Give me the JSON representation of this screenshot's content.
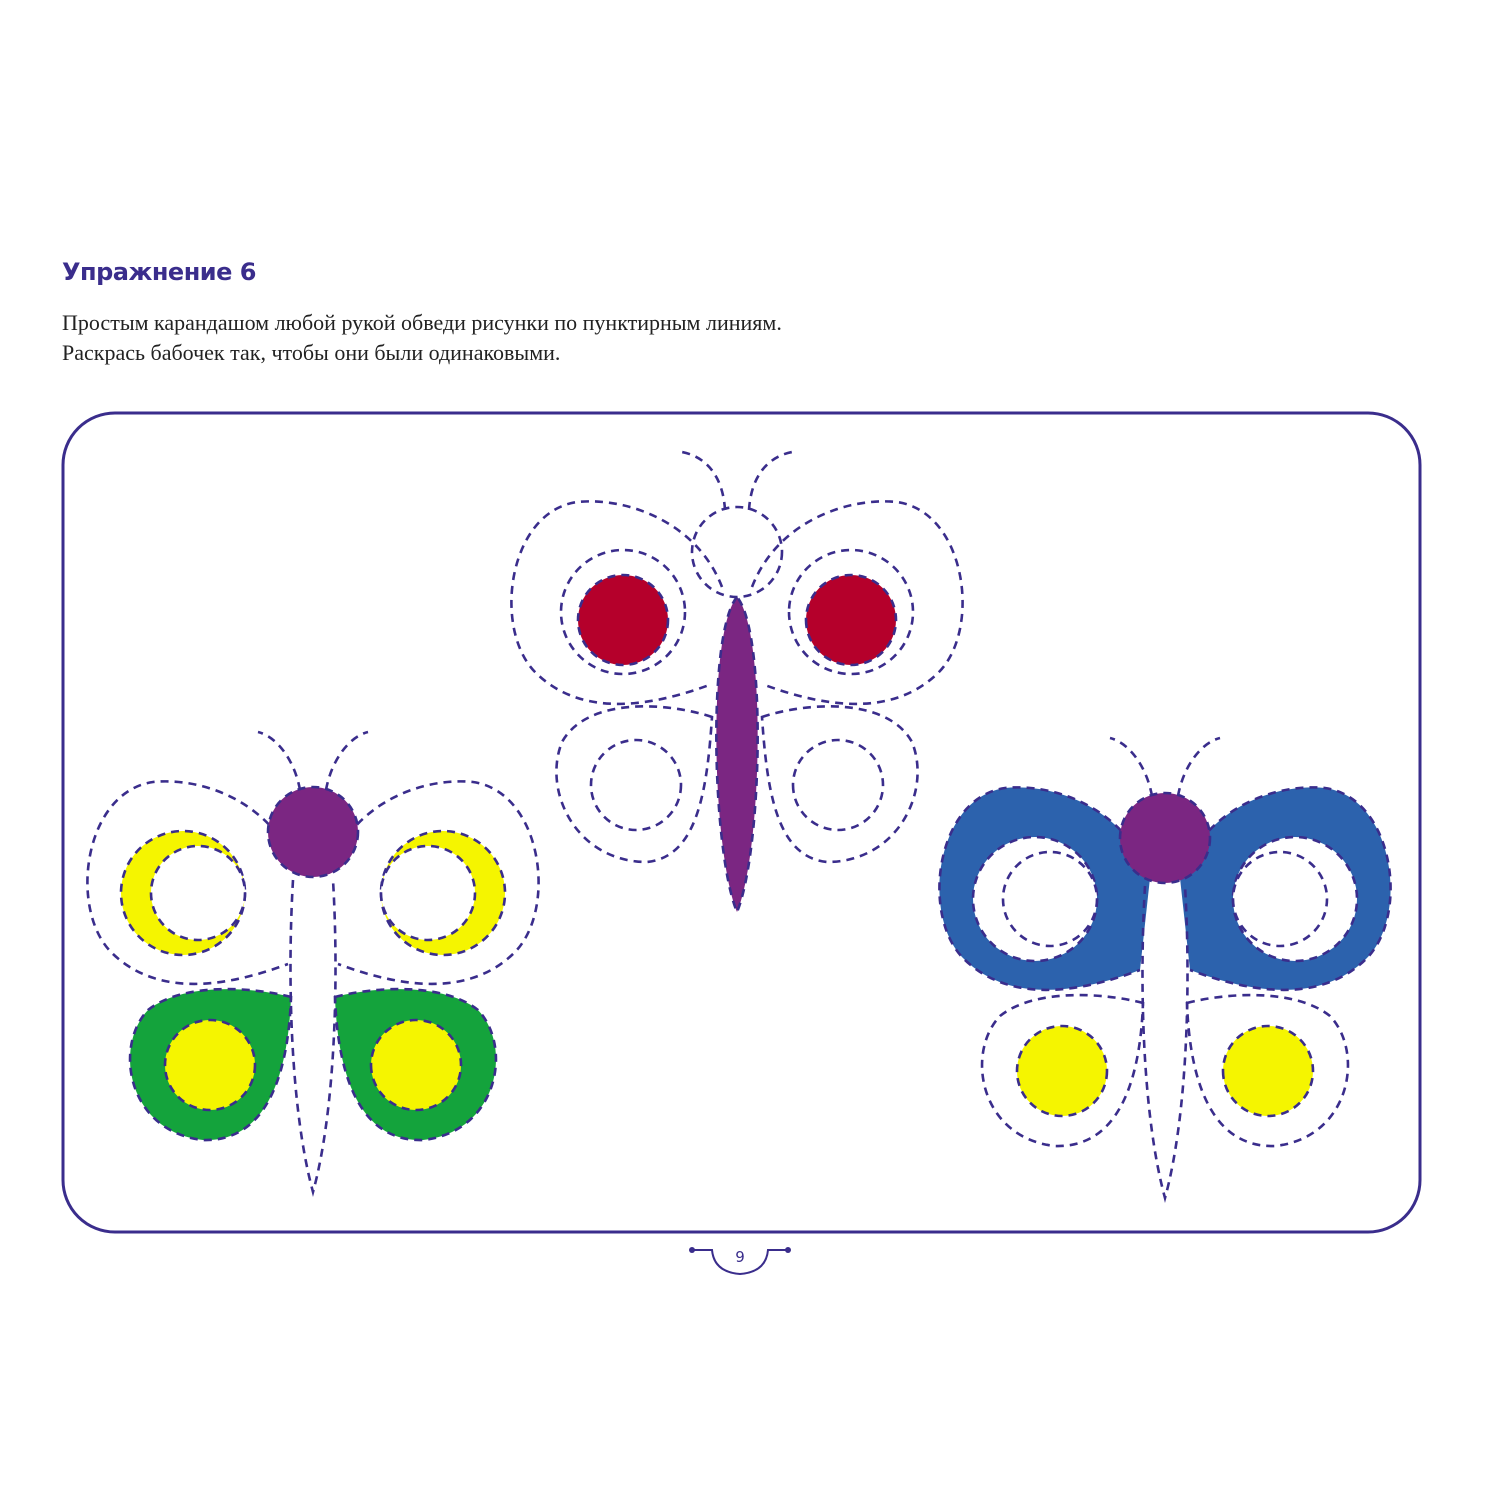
{
  "exercise": {
    "title": "Упражнение 6",
    "instructions": [
      "Простым карандашом любой рукой обведи рисунки по пунктирным линиям.",
      "Раскрась бабочек так, чтобы они были одинаковыми."
    ]
  },
  "page_number": "9",
  "colors": {
    "accent": "#3a2d8c",
    "purple": "#7b2682",
    "red": "#b5002b",
    "yellow": "#f5f500",
    "green": "#14a33c",
    "blue": "#2c62ad",
    "white": "#ffffff"
  },
  "butterflies": [
    {
      "name": "left-butterfly",
      "head": "#7b2682",
      "body": "none",
      "upper_wing": "none",
      "upper_ring": "#f5f500",
      "upper_inner": "#ffffff",
      "lower_wing": "#14a33c",
      "lower_spot": "#f5f500"
    },
    {
      "name": "middle-butterfly",
      "head": "none",
      "body": "#7b2682",
      "upper_wing": "none",
      "upper_ring": "none",
      "upper_inner": "#b5002b",
      "lower_wing": "none",
      "lower_spot": "none"
    },
    {
      "name": "right-butterfly",
      "head": "#7b2682",
      "body": "none",
      "upper_wing": "#2c62ad",
      "upper_ring": "#ffffff",
      "upper_inner": "#ffffff",
      "lower_wing": "none",
      "lower_spot": "#f5f500"
    }
  ]
}
